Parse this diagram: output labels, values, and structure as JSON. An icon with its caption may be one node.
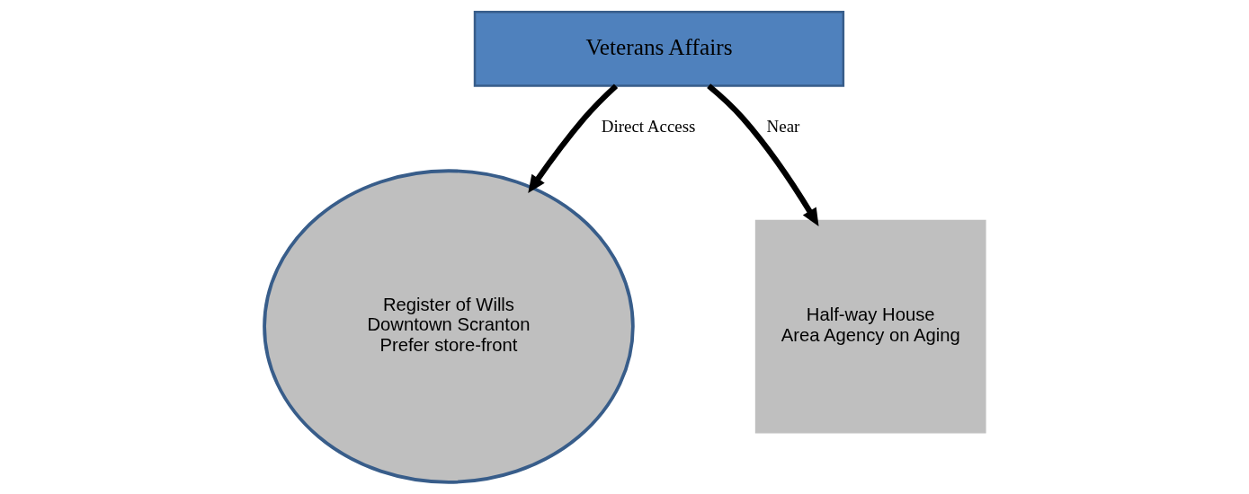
{
  "diagram": {
    "nodes": [
      {
        "text": [
          "Veterans Affairs"
        ]
      },
      {
        "text": [
          "Register of Wills",
          "Downtown Scranton",
          "Prefer store-front"
        ]
      },
      {
        "text": [
          "Half-way House",
          "Area Agency on Aging"
        ]
      }
    ],
    "edges": [
      {
        "from": 0,
        "to": 1,
        "arrow": "to",
        "label": "Direct Access"
      },
      {
        "from": 0,
        "to": 2,
        "arrow": "to",
        "label": "Near"
      }
    ]
  }
}
